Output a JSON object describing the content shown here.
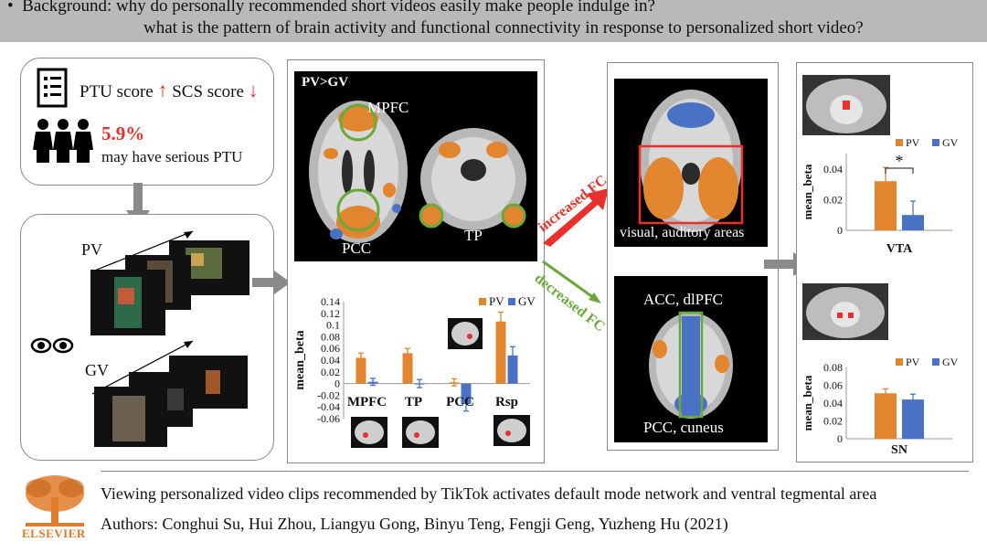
{
  "banner": {
    "bullet": "•",
    "line1": "Background:  why do personally recommended short videos easily make people indulge in?",
    "line2": "what is the pattern of brain activity and functional connectivity in response to personalized short video?"
  },
  "intro_box": {
    "ptu_text": "PTU score",
    "scs_text": "SCS score",
    "up_arrow": "↑",
    "down_arrow": "↓",
    "percent": "5.9%",
    "percent_note": "may have serious PTU"
  },
  "video_box": {
    "pv_label": "PV",
    "gv_label": "GV"
  },
  "brain_panel": {
    "contrast": "PV>GV",
    "mpfc": "MPFC",
    "pcc": "PCC",
    "tp": "TP"
  },
  "fc": {
    "increased": "increased FC",
    "decreased": "decreased FC",
    "visual_label": "visual, auditory areas",
    "acc_label": "ACC, dlPFC",
    "pcc_label": "PCC, cuneus"
  },
  "colors": {
    "pv": "#e2852f",
    "gv": "#4a72c4",
    "increased": "#e8312a",
    "decreased": "#6aa83a"
  },
  "chart_data": [
    {
      "type": "bar",
      "categories": [
        "MPFC",
        "TP",
        "PCC",
        "Rsp"
      ],
      "series": [
        {
          "name": "PV",
          "values": [
            0.044,
            0.052,
            0.002,
            0.106
          ],
          "errors": [
            0.008,
            0.008,
            0.006,
            0.016
          ]
        },
        {
          "name": "GV",
          "values": [
            0.003,
            0.0,
            -0.035,
            0.048
          ],
          "errors": [
            0.006,
            0.007,
            0.012,
            0.015
          ]
        }
      ],
      "ylabel": "mean_beta",
      "ylim": [
        -0.06,
        0.14
      ],
      "yticks": [
        "0.14",
        "0.12",
        "0.1",
        "0.08",
        "0.06",
        "0.04",
        "0.02",
        "0",
        "-0.02",
        "-0.04",
        "-0.06"
      ],
      "legend": "top-right"
    },
    {
      "type": "bar",
      "categories": [
        "VTA"
      ],
      "series": [
        {
          "name": "PV",
          "values": [
            0.032
          ],
          "errors": [
            0.009
          ]
        },
        {
          "name": "GV",
          "values": [
            0.01
          ],
          "errors": [
            0.009
          ]
        }
      ],
      "ylabel": "mean_beta",
      "ylim": [
        0,
        0.05
      ],
      "yticks": [
        "0.04",
        "0.02",
        "0"
      ],
      "significance": "*",
      "legend": "top-right"
    },
    {
      "type": "bar",
      "categories": [
        "SN"
      ],
      "series": [
        {
          "name": "PV",
          "values": [
            0.051
          ],
          "errors": [
            0.005
          ]
        },
        {
          "name": "GV",
          "values": [
            0.044
          ],
          "errors": [
            0.006
          ]
        }
      ],
      "ylabel": "mean_beta",
      "ylim": [
        0,
        0.08
      ],
      "yticks": [
        "0.08",
        "0.06",
        "0.04",
        "0.02",
        "0"
      ],
      "legend": "top-right"
    }
  ],
  "footer": {
    "publisher": "ELSEVIER",
    "title": "Viewing personalized video clips recommended by TikTok activates default mode network and ventral tegmental area",
    "authors": "Authors: Conghui Su, Hui Zhou, Liangyu Gong, Binyu Teng, Fengji Geng, Yuzheng Hu (2021)"
  }
}
